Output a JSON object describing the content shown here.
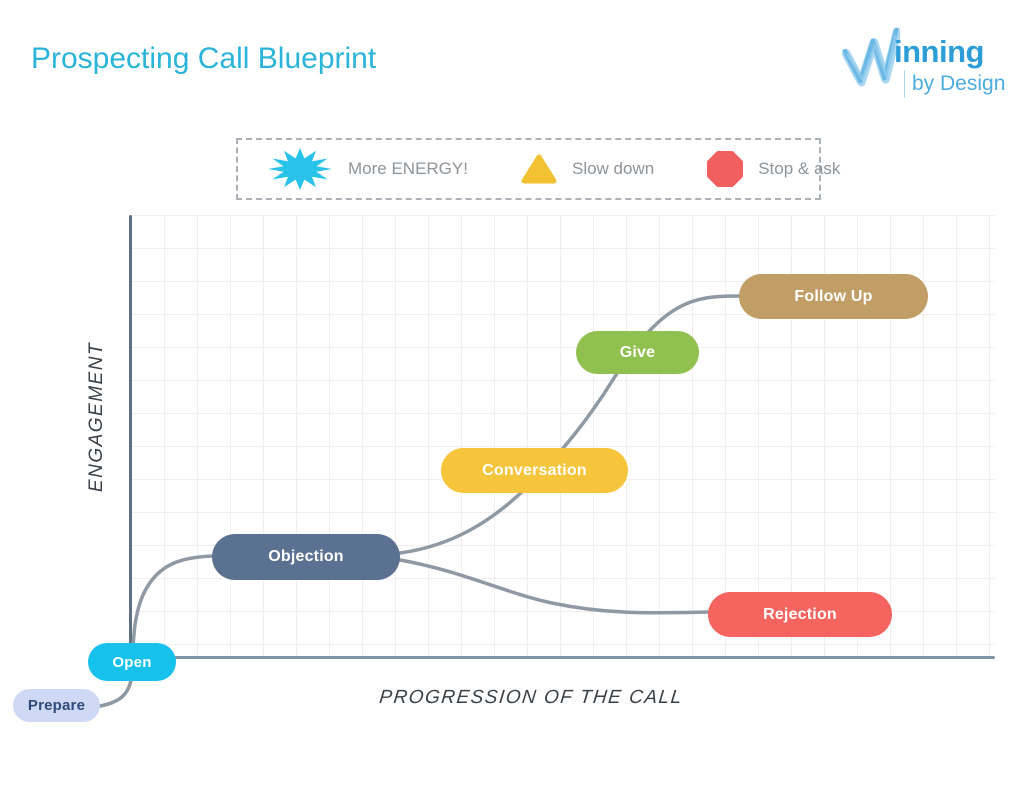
{
  "title": "Prospecting Call Blueprint",
  "logo": {
    "mark": "W-scribble",
    "name_rest": "inning",
    "tagline": "by Design",
    "brand_blue": "#2d9dd8",
    "light_blue": "#7fc2e8"
  },
  "legend": {
    "items": [
      {
        "icon": "energy-burst-icon",
        "label": "More ENERGY!",
        "color": "#29c3ea"
      },
      {
        "icon": "slow-triangle-icon",
        "label": "Slow down",
        "color": "#f2c233"
      },
      {
        "icon": "stop-octagon-icon",
        "label": "Stop & ask",
        "color": "#f25f5f"
      }
    ]
  },
  "chart": {
    "y_axis_label": "ENGAGEMENT",
    "x_axis_label": "PROGRESSION OF THE CALL",
    "curve_color": "#8e99a4",
    "nodes": [
      {
        "id": "prepare",
        "label": "Prepare",
        "color": "#cfd9f5",
        "text_color": "#2e4a7a"
      },
      {
        "id": "open",
        "label": "Open",
        "color": "#16c2ec",
        "text_color": "#ffffff"
      },
      {
        "id": "objection",
        "label": "Objection",
        "color": "#5a7191",
        "text_color": "#ffffff"
      },
      {
        "id": "conversation",
        "label": "Conversation",
        "color": "#f6c53c",
        "text_color": "#ffffff"
      },
      {
        "id": "give",
        "label": "Give",
        "color": "#90c04f",
        "text_color": "#ffffff"
      },
      {
        "id": "followup",
        "label": "Follow Up",
        "color": "#c09e66",
        "text_color": "#ffffff"
      },
      {
        "id": "rejection",
        "label": "Rejection",
        "color": "#f5645f",
        "text_color": "#ffffff"
      }
    ],
    "edges": [
      {
        "from": "Prepare",
        "to": "Open"
      },
      {
        "from": "Open",
        "to": "Objection"
      },
      {
        "from": "Objection",
        "to": "Conversation"
      },
      {
        "from": "Conversation",
        "to": "Give"
      },
      {
        "from": "Give",
        "to": "Follow Up"
      },
      {
        "from": "Objection",
        "to": "Rejection"
      }
    ]
  }
}
